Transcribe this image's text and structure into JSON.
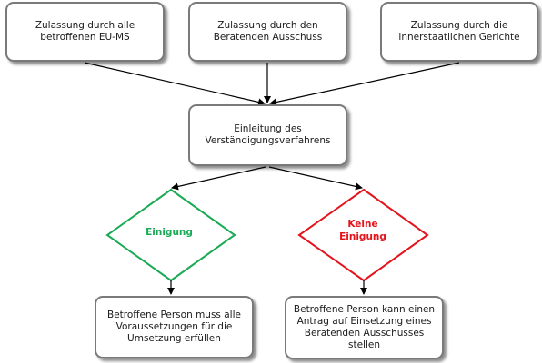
{
  "colors": {
    "box_border": "#7a7a7a",
    "arrow": "#000000",
    "agreement": "#1aaa55",
    "no_agreement": "#e3141b"
  },
  "nodes": {
    "approval_member_states": "Zulassung durch alle\nbetroffenen EU-MS",
    "approval_advisory_committee": "Zulassung durch den\nBeratenden Ausschuss",
    "approval_national_courts": "Zulassung durch die\ninnerstaatlichen Gerichte",
    "initiation": "Einleitung des\nVerständigungsverfahrens",
    "agreement": "Einigung",
    "no_agreement": "Keine\nEinigung",
    "outcome_agreement": "Betroffene Person muss alle\nVoraussetzungen für die\nUmsetzung erfüllen",
    "outcome_no_agreement": "Betroffene Person kann einen\nAntrag auf Einsetzung eines\nBeratenden Ausschusses\nstellen"
  }
}
